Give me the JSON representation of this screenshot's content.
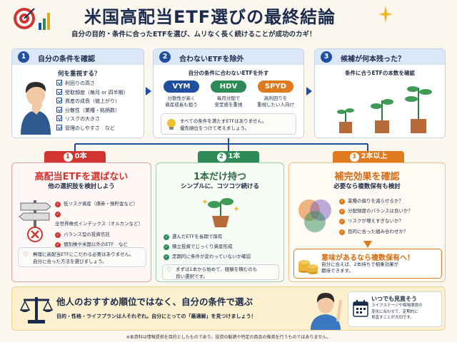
{
  "header": {
    "title": "米国高配当ETF選びの最終結論",
    "subtitle": "自分の目的・条件に合ったETFを選び、ムリなく長く続けることが成功のカギ！",
    "target_icon": "target-chart-icon",
    "sparkle_icon": "sparkle-icon"
  },
  "steps": [
    {
      "num": "1",
      "title": "自分の条件を確認",
      "prompt": "何を重視する？",
      "items": [
        "利回りの高さ",
        "受取頻度（毎月 or 四半期）",
        "資産の成長（値上がり）",
        "分散性（業種・銘柄数）",
        "リスクの大きさ",
        "管理のしやすさ　など"
      ]
    },
    {
      "num": "2",
      "title": "合わないETFを除外",
      "prompt": "自分の条件に合わないETFを外す",
      "etfs": [
        {
          "name": "VYM",
          "desc": "分散性が高く\n資産成長も狙う",
          "color": "#1f4f9e"
        },
        {
          "name": "HDV",
          "desc": "毎月分配で\n安定感を重視",
          "color": "#2e8b57"
        },
        {
          "name": "SPYD",
          "desc": "高利回りを\n重視したい人向け",
          "color": "#e07a1f"
        }
      ],
      "note": "すべての条件を満たすETFはありません。\n優先順位をつけて考えましょう。"
    },
    {
      "num": "3",
      "title": "候補が何本残った？",
      "prompt": "条件に合うETFの本数を確認"
    }
  ],
  "outcomes": [
    {
      "num": "1",
      "tab": "0本",
      "color": "#d2352f",
      "title": "高配当ETFを選ばない",
      "subtitle": "他の選択肢を検討しよう",
      "items": [
        "低リスク資産（債券・預貯金など）",
        "全世界株式インデックス（オルカンなど）",
        "バランス型の投資信託",
        "個別株や米国以外のETF　など"
      ],
      "note": "無理に高配当ETFにこだわる必要はありません。\n自分に合った方法を選びましょう。"
    },
    {
      "num": "2",
      "tab": "1本",
      "color": "#2e8b57",
      "title": "1本だけ持つ",
      "subtitle": "シンプルに、コツコツ続ける",
      "items": [
        "選んだETFを長期で保有",
        "積立投資でじっくり資産形成",
        "定期的に条件が変わっていないか確認"
      ],
      "note": "まずは1本から始めて、経験を積むのも\n良い選択です。"
    },
    {
      "num": "3",
      "tab": "2本以上",
      "color": "#e07a1f",
      "title": "補完効果を確認",
      "subtitle": "必要なら複数保有も検討",
      "items": [
        "業種の偏りを減らせるか？",
        "分配頻度のバランスは良いか？",
        "リスクが増えすぎないか？",
        "目的に合った組み合わせか？"
      ],
      "highlight": "意味があるなら複数保有へ！",
      "highlight_sub": "自分に合えば、2本持ちで相乗効果が\n期待できます。"
    }
  ],
  "footer": {
    "title": "他人のおすすめ順位ではなく、自分の条件で選ぶ",
    "subtitle": "目的・性格・ライフプランは人それぞれ。自分にとっての「最適解」を見つけましょう！",
    "review_title": "いつでも見直そう",
    "review_text": "ライフステージや相場環境の\n変化に合わせて、定期的に\n見直すことが大切です。"
  },
  "disclaimer": "※本資料は情報提供を目的としたものであり、投資の勧誘や特定の商品の推奨を行うものではありません。"
}
